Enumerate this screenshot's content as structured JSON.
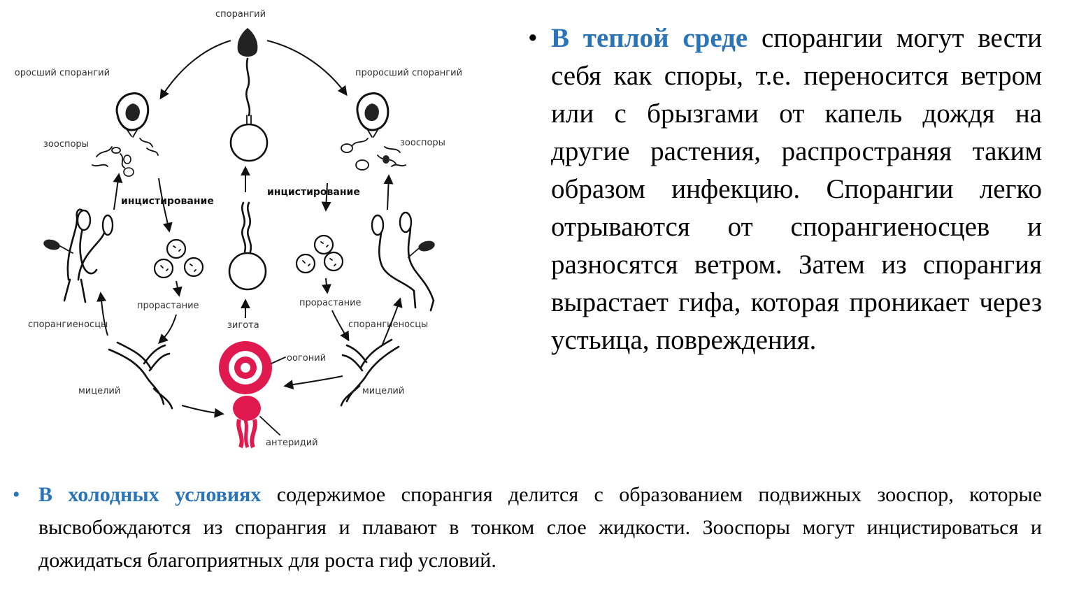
{
  "diagram": {
    "labels": {
      "sporangium": "спорангий",
      "germinated_left": "проросший спорангий",
      "germinated_right": "проросший спорангий",
      "zoospores_left": "зооспоры",
      "zoospores_right": "зооспоры",
      "encystment_left": "инцистирование",
      "encystment_right": "инцистирование",
      "germination_left": "прорастание",
      "germination_right": "прорастание",
      "sporangiophores_left": "спорангиеносцы",
      "sporangiophores_right": "спорангиеносцы",
      "zygote": "зигота",
      "oogonium": "оогоний",
      "mycelium_left": "мицелий",
      "mycelium_right": "мицелий",
      "antheridium": "антеридий"
    },
    "colors": {
      "oogonium": "#e0194f",
      "ink": "#111111"
    }
  },
  "warm": {
    "bullet": "•",
    "highlight": "В теплой среде",
    "text": " спорангии могут вести себя как споры, т.е. переносится ветром или с брызгами от капель дождя на другие растения, распространяя таким образом инфекцию. Спорангии легко отрываются от спорангиеносцев и разносятся ветром. Затем из спорангия вырастает гифа, которая проникает через устьица, повреждения."
  },
  "cold": {
    "bullet": "•",
    "highlight": "В холодных условиях",
    "text": " содержимое спорангия делится с образованием подвижных зооспор, которые высвобождаются из спорангия и плавают в тонком слое жидкости. Зооспоры могут инцистироваться и дожидаться благоприятных для роста гиф условий."
  },
  "theme": {
    "highlight": "#2a74b8"
  }
}
